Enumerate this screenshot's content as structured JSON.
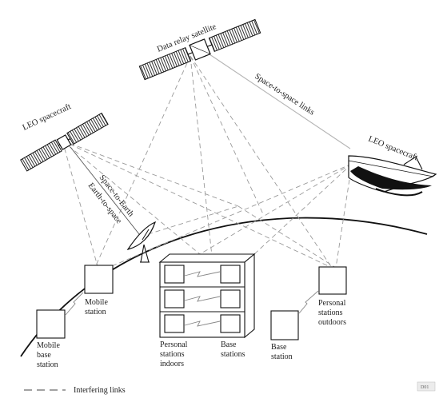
{
  "labels": {
    "data_relay_satellite": "Data relay satellite",
    "leo_left": "LEO spacecraft",
    "leo_right": "LEO spacecraft",
    "space_to_space": "Space-to-space links",
    "space_to_earth": "Space-to-Earth",
    "earth_to_space": "Earth-to-space",
    "mobile_station": [
      "Mobile",
      "station"
    ],
    "mobile_base_station": [
      "Mobile",
      "base",
      "station"
    ],
    "personal_indoors": [
      "Personal",
      "stations",
      "indoors"
    ],
    "base_stations": [
      "Base",
      "stations"
    ],
    "base_station": [
      "Base",
      "station"
    ],
    "personal_outdoors": [
      "Personal",
      "stations",
      "outdoors"
    ]
  },
  "legend": {
    "interfering_links": "Interfering links"
  },
  "figure_tag": "D01"
}
